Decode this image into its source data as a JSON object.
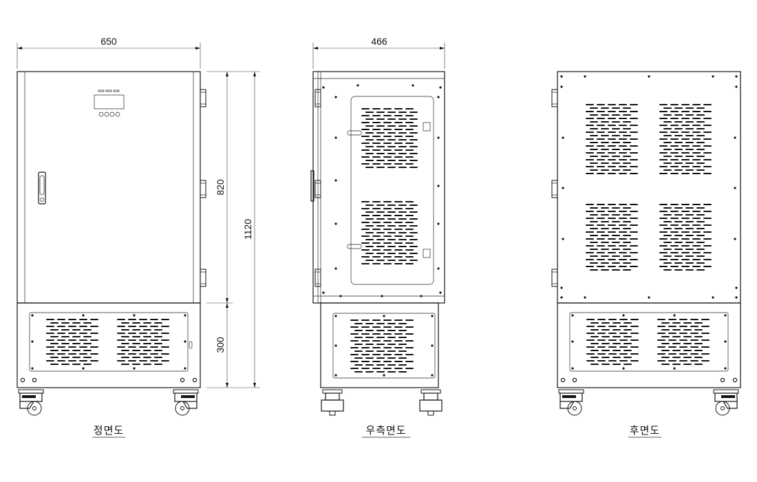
{
  "dimensions": {
    "front_width": "650",
    "side_depth": "466",
    "upper_height": "820",
    "total_height": "1120",
    "base_height": "300"
  },
  "views": {
    "front": "정면도",
    "right_side": "우측면도",
    "rear": "후면도"
  },
  "colors": {
    "line": "#111111",
    "background": "#ffffff"
  }
}
